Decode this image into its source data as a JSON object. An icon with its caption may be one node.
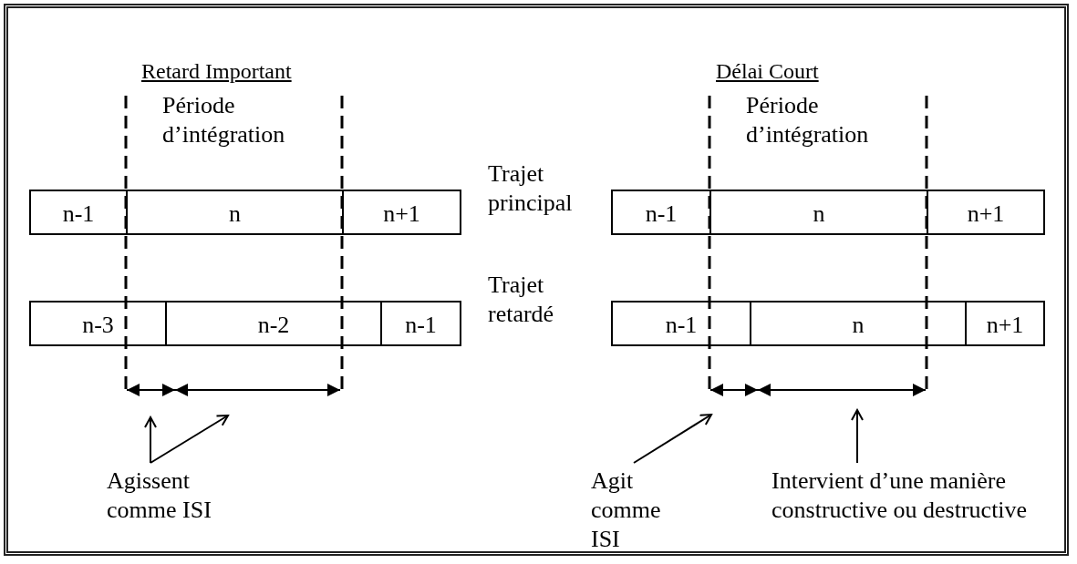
{
  "diagram": {
    "nodes": [
      {
        "text": [
          "n-1"
        ]
      },
      {
        "text": [
          "n"
        ]
      },
      {
        "text": [
          "n+1"
        ]
      },
      {
        "text": [
          "n-3"
        ]
      },
      {
        "text": [
          "n-2"
        ]
      },
      {
        "text": [
          "n-1"
        ]
      },
      {
        "text": [
          "n-1"
        ]
      },
      {
        "text": [
          "n"
        ]
      },
      {
        "text": [
          "n+1"
        ]
      },
      {
        "text": [
          "n-1"
        ]
      },
      {
        "text": [
          "n"
        ]
      },
      {
        "text": [
          "n+1"
        ]
      },
      {
        "text": [
          "Agissent comme ISI"
        ]
      },
      {
        "text": [
          "Agit comme ISI"
        ]
      },
      {
        "text": [
          "Intervient d’une manière constructive ou destructive"
        ]
      }
    ],
    "edges": [
      {
        "from": 12,
        "to": null,
        "arrow": "to"
      },
      {
        "from": 12,
        "to": null,
        "arrow": "to"
      },
      {
        "from": 13,
        "to": null,
        "arrow": "to"
      },
      {
        "from": 14,
        "to": null,
        "arrow": "to"
      }
    ],
    "labels": [
      "Retard Important",
      "Délai Court",
      "Période d’intégration",
      "Période d’intégration",
      "Trajet principal",
      "Trajet retardé"
    ]
  }
}
